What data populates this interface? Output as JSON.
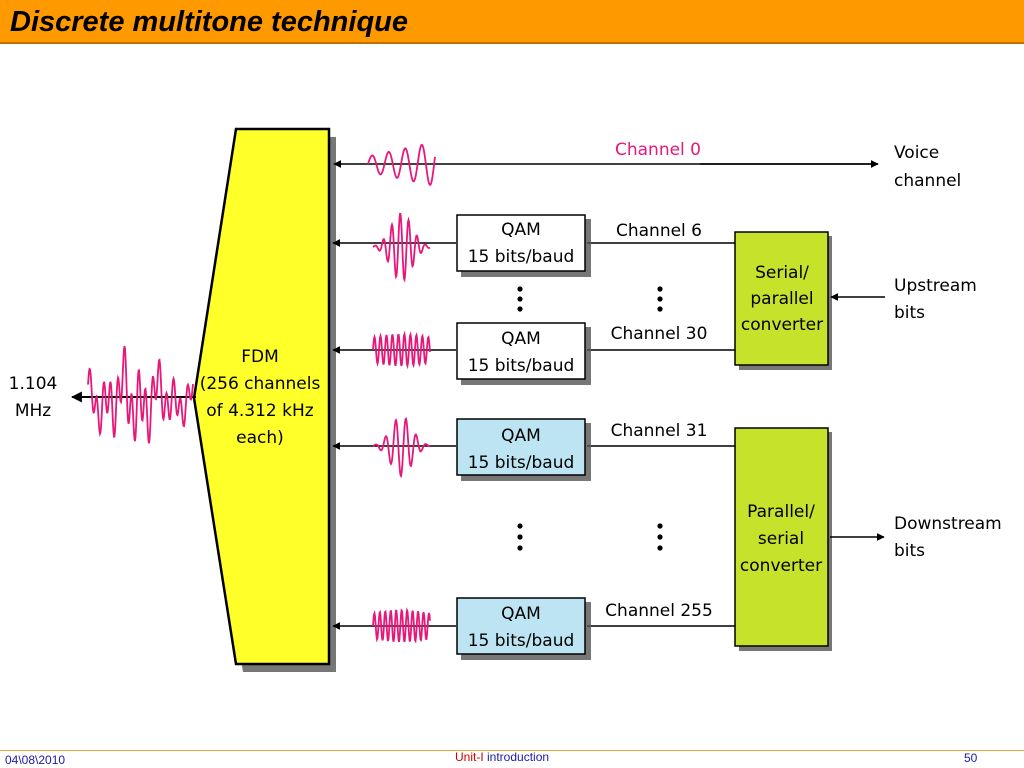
{
  "slide": {
    "title": "Discrete multitone technique",
    "footer": {
      "date": "04\\08\\2010",
      "unit": "Unit-I",
      "topic": " introduction",
      "page": "50"
    }
  },
  "diagram": {
    "fdm_lines": [
      "FDM",
      "(256 channels",
      "of 4.312 kHz",
      "each)"
    ],
    "input_label_lines": [
      "1.104",
      "MHz"
    ],
    "qam_lines": [
      "QAM",
      "15 bits/baud"
    ],
    "channels": [
      "Channel 0",
      "Channel 6",
      "Channel 30",
      "Channel 31",
      "Channel 255"
    ],
    "voice_lines": [
      "Voice",
      "channel"
    ],
    "upstream_converter_lines": [
      "Serial/",
      "parallel",
      "converter"
    ],
    "downstream_converter_lines": [
      "Parallel/",
      "serial",
      "converter"
    ],
    "upstream_lines": [
      "Upstream",
      "bits"
    ],
    "downstream_lines": [
      "Downstream",
      "bits"
    ],
    "colors": {
      "fdm": "#ffff2a",
      "converter": "#c6e22a",
      "qam_upstream": "#ffffff",
      "qam_downstream": "#bde4f2",
      "signal": "#e8187a",
      "channel0_label": "#e8187a"
    }
  }
}
